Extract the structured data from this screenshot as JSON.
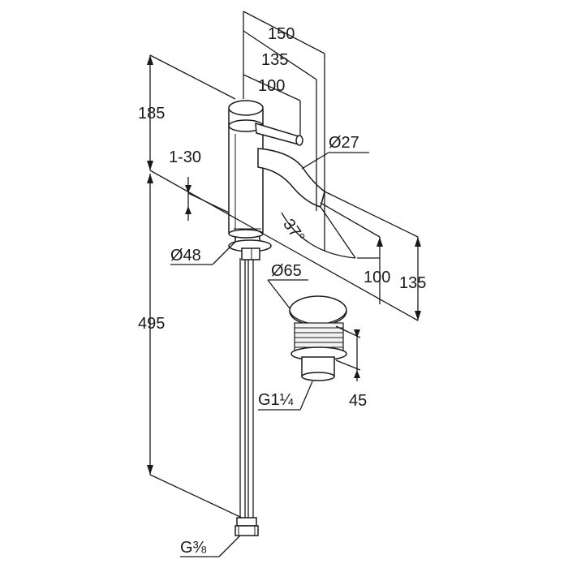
{
  "dimensions": {
    "width_150": "150",
    "width_135": "135",
    "width_100": "100",
    "height_185": "185",
    "range_1_30": "1-30",
    "dia_27": "Ø27",
    "angle_37": "37°",
    "dia_48": "Ø48",
    "dia_65": "Ø65",
    "height_495": "495",
    "spout_100": "100",
    "spout_135": "135",
    "drain_thread": "G1¼",
    "drain_45": "45",
    "hose_thread": "G⅜"
  }
}
